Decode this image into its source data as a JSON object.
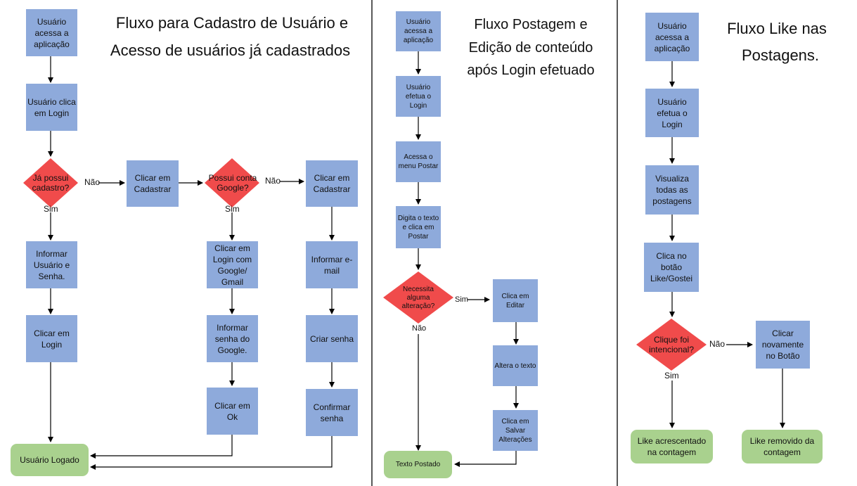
{
  "colors": {
    "process": "#8eaadb",
    "decision": "#f04b4b",
    "terminal": "#a9d18e",
    "divider": "#222222"
  },
  "flow1": {
    "title_line1": "Fluxo para Cadastro de Usuário e",
    "title_line2": "Acesso de usuários já cadastrados",
    "start": "Usuário acessa a aplicação",
    "click_login": "Usuário clica em Login",
    "q_has_account": "Já possui cadastro?",
    "no1": "Não",
    "yes1": "Sim",
    "click_register": "Clicar em Cadastrar",
    "q_google": "Possui conta Google?",
    "no2": "Não",
    "yes2": "Sim",
    "click_register_2": "Clicar em Cadastrar",
    "inform_user_pass": "Informar Usuário e Senha.",
    "click_login_2": "Clicar em Login",
    "login_google": "Clicar em Login com Google/ Gmail",
    "google_pass": "Informar senha do Google.",
    "click_ok": "Clicar em Ok",
    "inform_email": "Informar e-mail",
    "create_pass": "Criar senha",
    "confirm_pass": "Confirmar senha",
    "end": "Usuário Logado"
  },
  "flow2": {
    "title_line1": "Fluxo Postagem e",
    "title_line2": "Edição de conteúdo",
    "title_line3": "após Login efetuado",
    "start": "Usuário acessa a aplicação",
    "login": "Usuário efetua o Login",
    "menu": "Acessa o menu Postar",
    "type_text": "Digita o texto e clica em Postar",
    "q_change": "Necessita alguma alteração?",
    "yes": "Sim",
    "no": "Não",
    "edit": "Clica em Editar",
    "alter": "Altera o texto",
    "save": "Clica em Salvar Alterações",
    "end": "Texto Postado"
  },
  "flow3": {
    "title_line1": "Fluxo Like nas",
    "title_line2": "Postagens.",
    "start": "Usuário acessa a aplicação",
    "login": "Usuário efetua o Login",
    "view": "Visualiza todas as postagens",
    "like": "Clica no botão Like/Gostei",
    "q_intent": "Clique foi intencional?",
    "no": "Não",
    "yes": "Sim",
    "click_again": "Clicar novamente no Botão",
    "like_added": "Like acrescentado na contagem",
    "like_removed": "Like removido da contagem"
  }
}
